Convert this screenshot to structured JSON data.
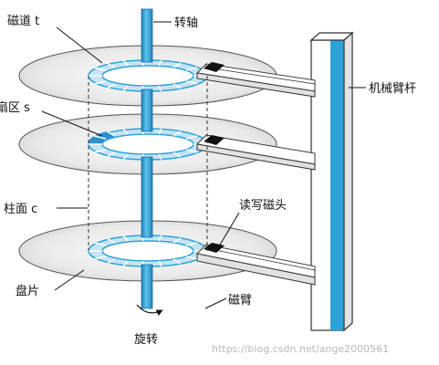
{
  "labels": {
    "track": "磁道 t",
    "spindle": "转轴",
    "arm_assembly": "机械臂杆",
    "sector": "扇区 s",
    "cylinder": "柱面 c",
    "head": "读写磁头",
    "platter": "盘片",
    "arm": "磁臂",
    "rotation": "旋转"
  },
  "watermark": "https://blog.csdn.net/ange2000561",
  "colors": {
    "spindle": "#2ba3d9",
    "arm_post": "#2ba3d9",
    "track_fill": "#c6e3f4",
    "highlight_sector": "#2e8fd0",
    "platter_light": "#f2f2f2",
    "platter_dark": "#cfcfcf",
    "head": "#111111"
  }
}
